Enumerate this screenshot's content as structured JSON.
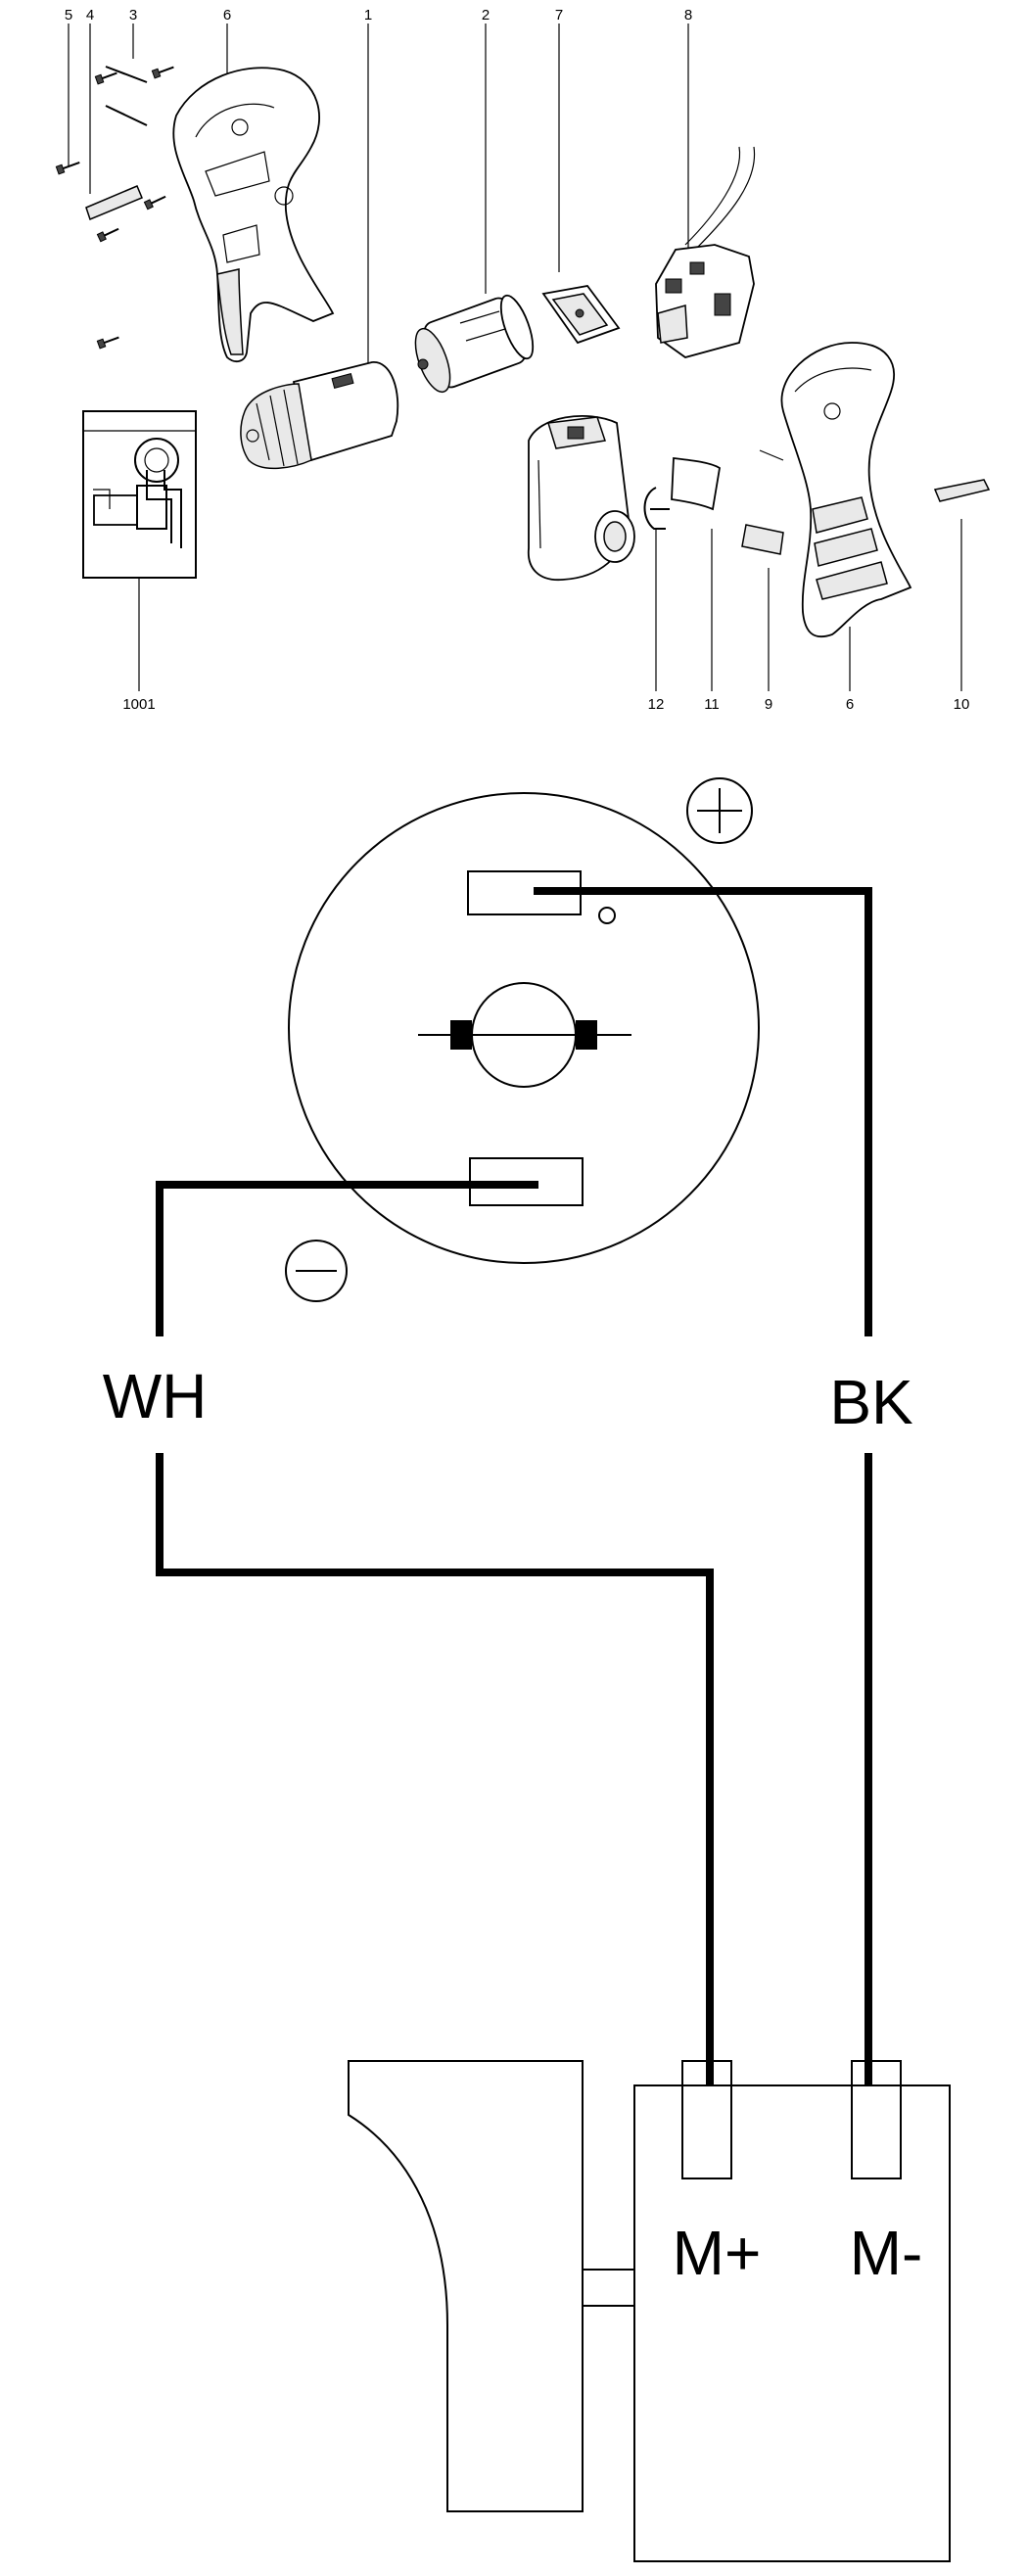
{
  "parts": {
    "part_1": "1",
    "part_2": "2",
    "part_3": "3",
    "part_4": "4",
    "part_5": "5",
    "part_6_top": "6",
    "part_6_bottom": "6",
    "part_7": "7",
    "part_8": "8",
    "part_9": "9",
    "part_10": "10",
    "part_11": "11",
    "part_12": "12",
    "part_1001": "1001"
  },
  "wiring": {
    "plus_symbol": "+",
    "minus_symbol": "−",
    "wire_white": "WH",
    "wire_black": "BK",
    "terminal_plus": "M+",
    "terminal_minus": "M-"
  }
}
